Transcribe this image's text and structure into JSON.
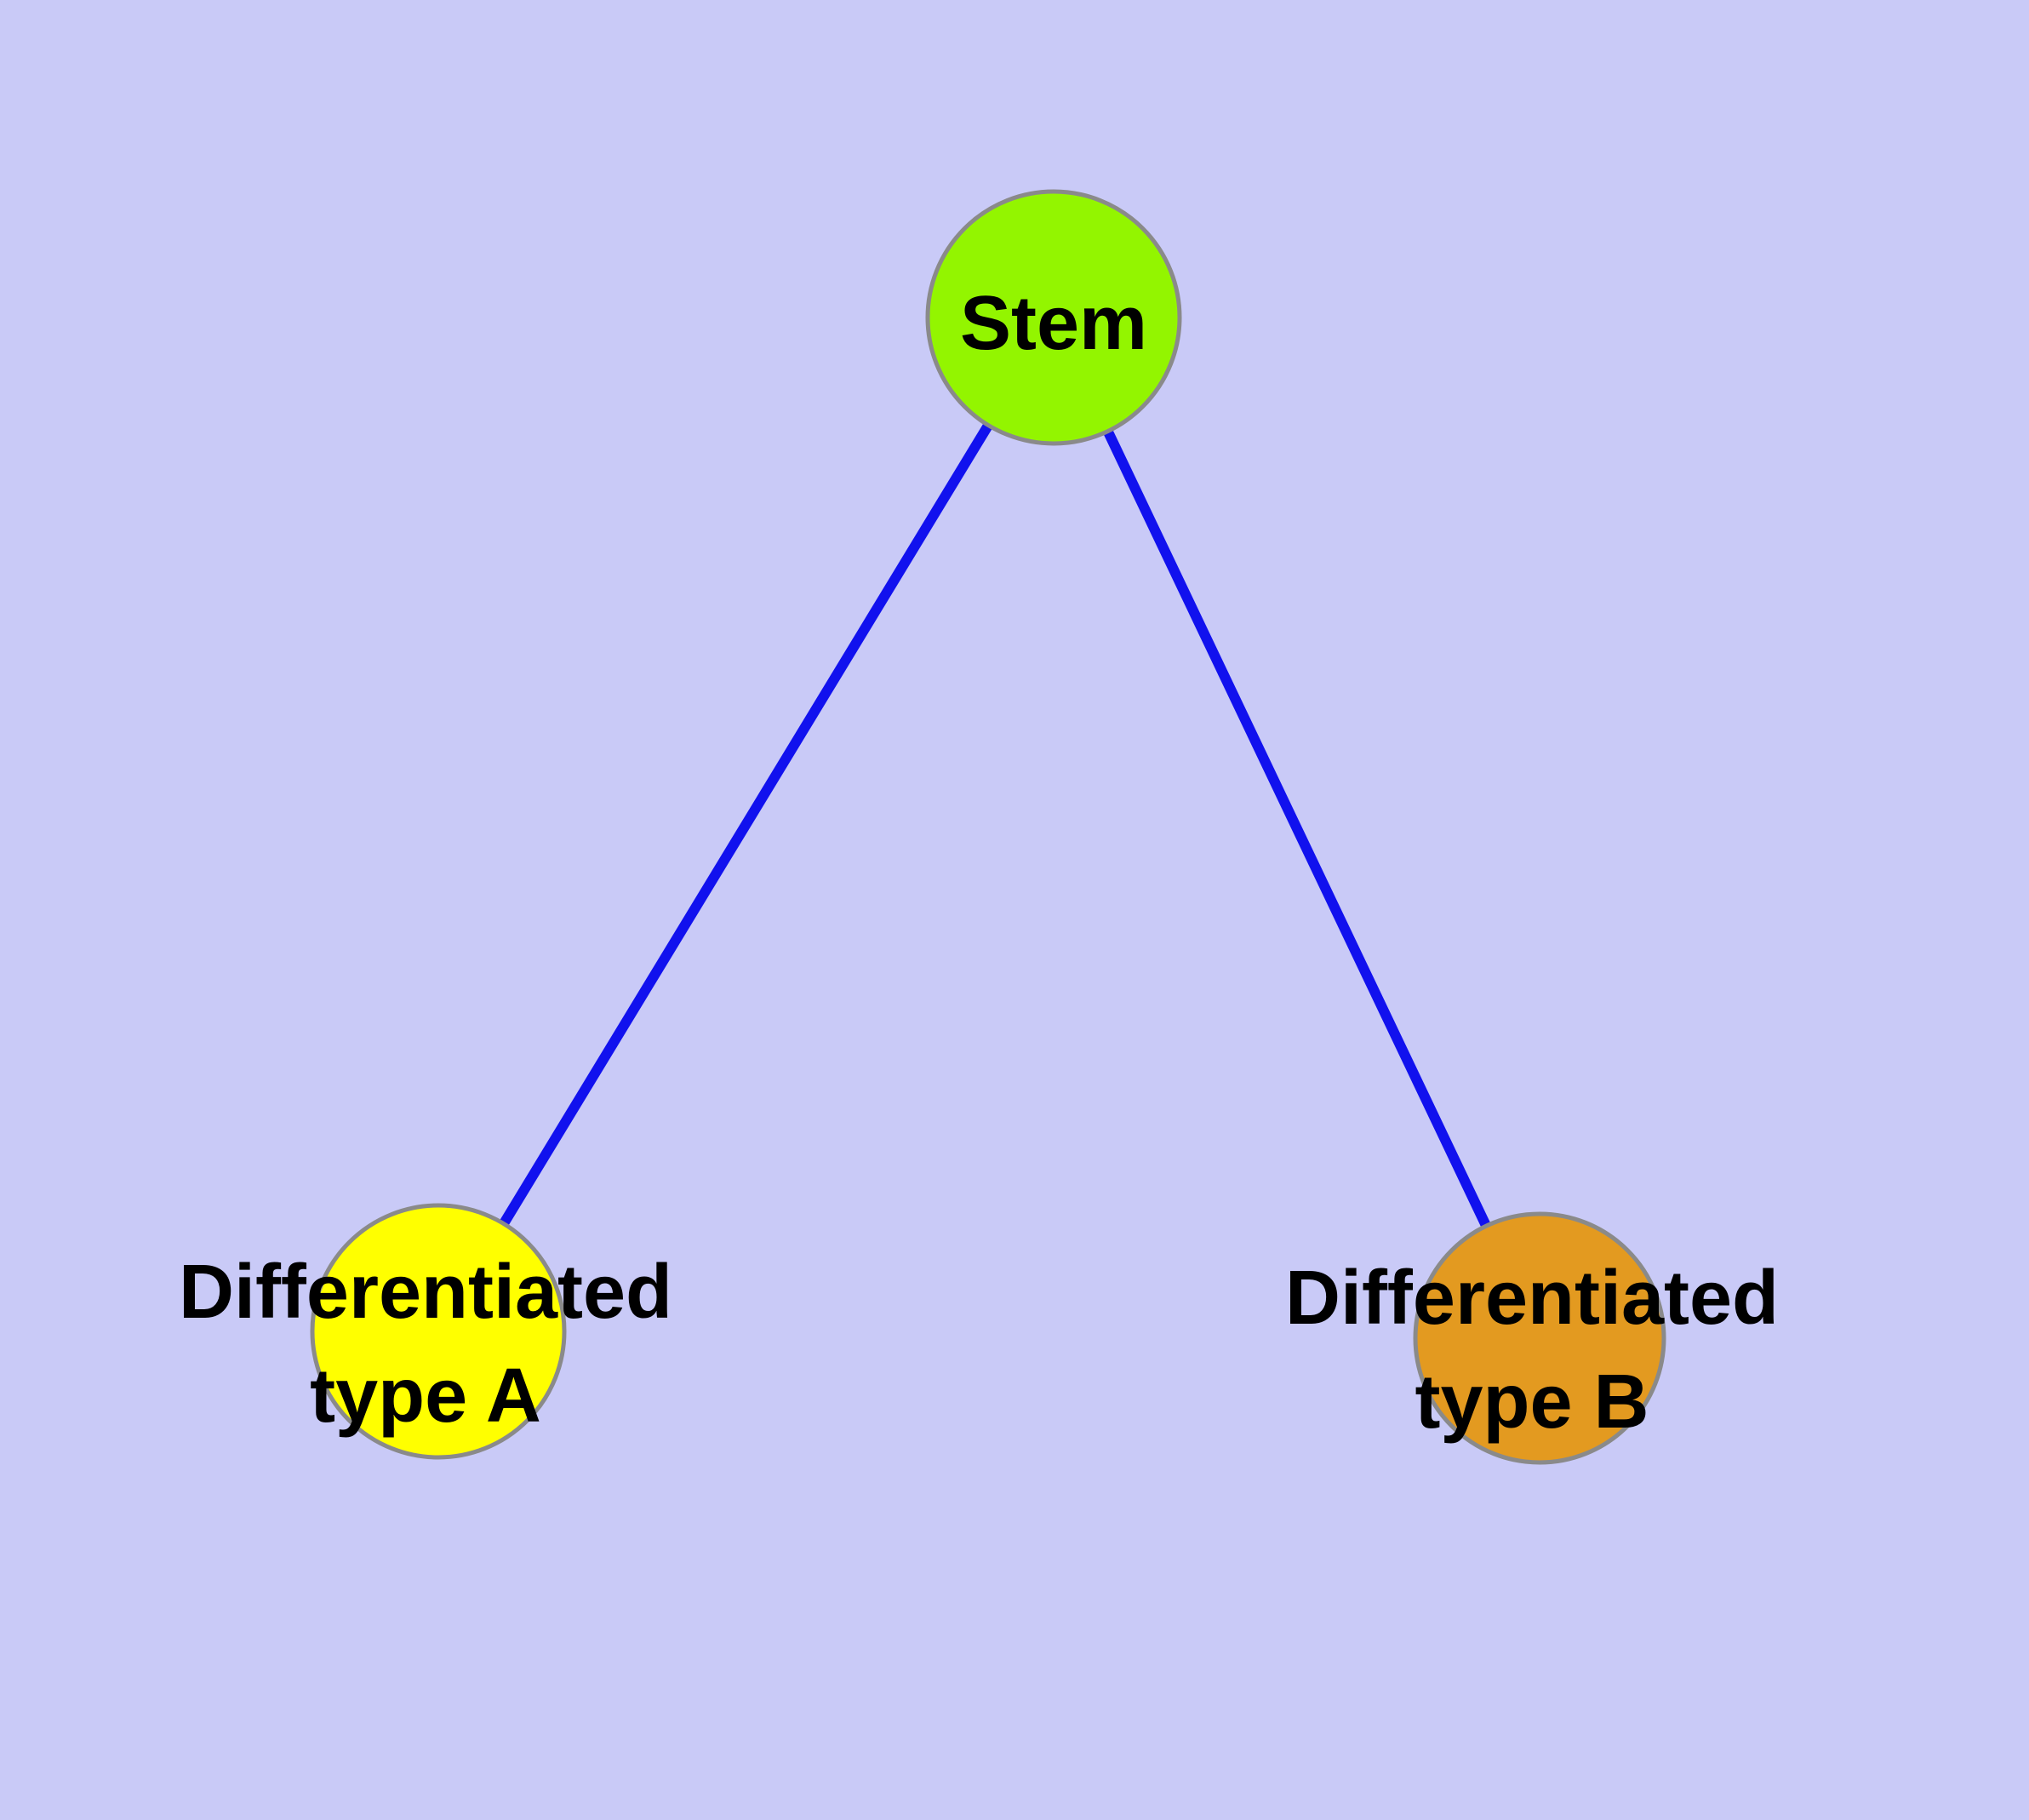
{
  "diagram": {
    "background_color": "#C9CAF7",
    "edge_color": "#1111EE",
    "node_border_color": "#8A8A8A",
    "label_color": "#000000",
    "nodes": [
      {
        "id": "stem",
        "label": "Stem",
        "fill": "#93F500"
      },
      {
        "id": "differentiated-type-a",
        "label_line1": "Differentiated",
        "label_line2": "type A",
        "fill": "#FFFF00"
      },
      {
        "id": "differentiated-type-b",
        "label_line1": "Differentiated",
        "label_line2": "type B",
        "fill": "#E39A20"
      }
    ],
    "edges": [
      {
        "from": "Stem",
        "to": "Differentiated type A"
      },
      {
        "from": "Stem",
        "to": "Differentiated type B"
      }
    ]
  }
}
